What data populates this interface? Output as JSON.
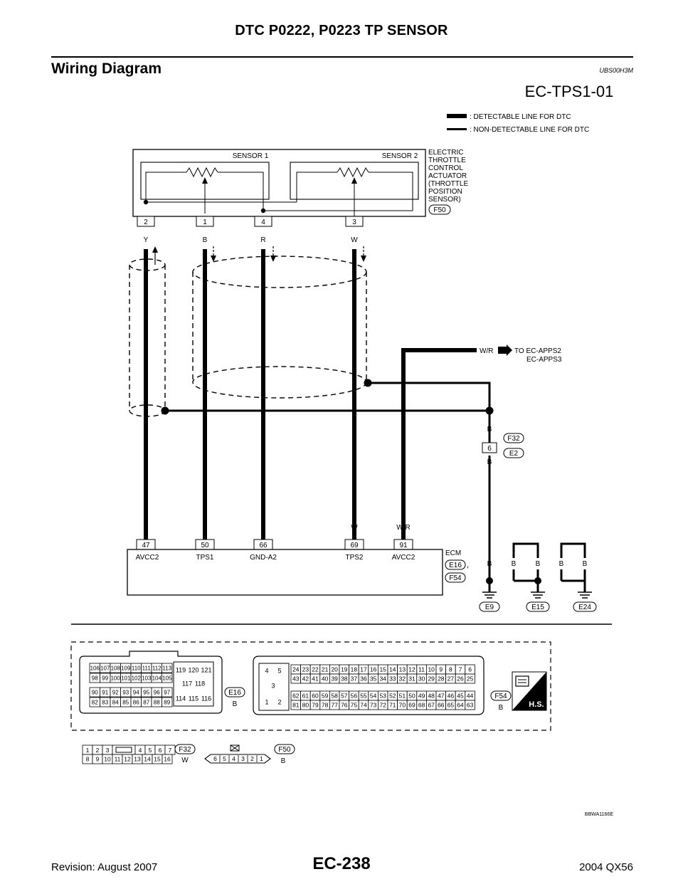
{
  "page": {
    "header_title": "DTC P0222, P0223 TP SENSOR",
    "section_title": "Wiring Diagram",
    "section_code": "UBS00H3M",
    "page_number": "EC-238",
    "revision": "Revision: August 2007",
    "model": "2004 QX56",
    "figure_code": "BBWA1166E"
  },
  "diagram": {
    "id": "EC-TPS1-01",
    "legend": {
      "detectable": ": DETECTABLE LINE FOR DTC",
      "non_detectable": ": NON-DETECTABLE LINE FOR DTC"
    },
    "sensor": {
      "sensor1": "SENSOR 1",
      "sensor2": "SENSOR 2",
      "name_lines": [
        "ELECTRIC",
        "THROTTLE",
        "CONTROL",
        "ACTUATOR",
        "(THROTTLE",
        "POSITION",
        "SENSOR)"
      ],
      "connector": "F50",
      "pins": [
        "2",
        "1",
        "4",
        "3"
      ],
      "colors": [
        "Y",
        "B",
        "R",
        "W"
      ]
    },
    "ecm": {
      "label": "ECM",
      "connectors": [
        "E16",
        "F54"
      ],
      "separator": ",",
      "pins": [
        "47",
        "50",
        "66",
        "69",
        "91"
      ],
      "colors": [
        "Y",
        "B",
        "R",
        "W",
        "W/R"
      ],
      "terminals": [
        "AVCC2",
        "TPS1",
        "GND-A2",
        "TPS2",
        "AVCC2"
      ]
    },
    "to_other": {
      "color": "W/R",
      "line1": "TO EC-APPS2",
      "line2": "EC-APPS3"
    },
    "joint": {
      "pin": "6",
      "connectors": [
        "F32",
        "E2"
      ],
      "color_top": "B",
      "color_bottom": "B"
    },
    "grounds": {
      "colors": [
        "B",
        "B",
        "B",
        "B",
        "B"
      ],
      "labels": [
        "E9",
        "E15",
        "E24"
      ]
    },
    "connector_views": {
      "E16": {
        "label": "E16",
        "color": "B",
        "rows": [
          [
            "106",
            "107",
            "108",
            "109",
            "110",
            "111",
            "112",
            "113"
          ],
          [
            "98",
            "99",
            "100",
            "101",
            "102",
            "103",
            "104",
            "105"
          ],
          [
            "90",
            "91",
            "92",
            "93",
            "94",
            "95",
            "96",
            "97"
          ],
          [
            "82",
            "83",
            "84",
            "85",
            "86",
            "87",
            "88",
            "89"
          ]
        ],
        "right": [
          "119",
          "120",
          "121",
          "117",
          "118",
          "114",
          "115",
          "116"
        ]
      },
      "F54": {
        "label": "F54",
        "color": "B",
        "left": [
          "4",
          "5",
          "3",
          "1",
          "2"
        ],
        "rows": [
          [
            "24",
            "23",
            "22",
            "21",
            "20",
            "19",
            "18",
            "17",
            "16",
            "15",
            "14",
            "13",
            "12",
            "11",
            "10",
            "9",
            "8",
            "7",
            "6"
          ],
          [
            "43",
            "42",
            "41",
            "40",
            "39",
            "38",
            "37",
            "36",
            "35",
            "34",
            "33",
            "32",
            "31",
            "30",
            "29",
            "28",
            "27",
            "26",
            "25"
          ],
          [
            "62",
            "61",
            "60",
            "59",
            "58",
            "57",
            "56",
            "55",
            "54",
            "53",
            "52",
            "51",
            "50",
            "49",
            "48",
            "47",
            "46",
            "45",
            "44"
          ],
          [
            "81",
            "80",
            "79",
            "78",
            "77",
            "76",
            "75",
            "74",
            "73",
            "72",
            "71",
            "70",
            "69",
            "68",
            "67",
            "66",
            "65",
            "64",
            "63"
          ]
        ]
      },
      "F32": {
        "label": "F32",
        "color": "W",
        "row1": [
          "1",
          "2",
          "3",
          "",
          "4",
          "5",
          "6",
          "7"
        ],
        "row2": [
          "8",
          "9",
          "10",
          "11",
          "12",
          "13",
          "14",
          "15",
          "16"
        ]
      },
      "F50": {
        "label": "F50",
        "color": "B",
        "pins": [
          "6",
          "5",
          "4",
          "3",
          "2",
          "1"
        ]
      },
      "hs_badge": "H.S."
    }
  }
}
